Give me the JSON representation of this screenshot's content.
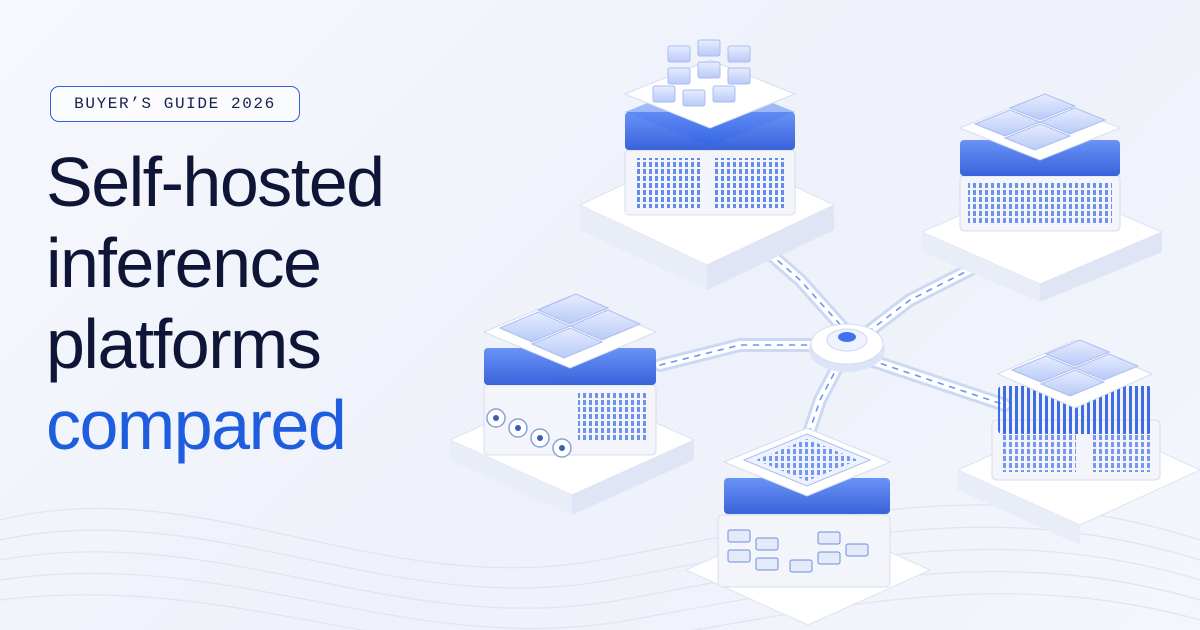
{
  "hero": {
    "badge": "BUYER’S GUIDE 2026",
    "headline": {
      "line1": "Self-hosted",
      "line2": "inference",
      "line3": "platforms",
      "accent": "compared"
    }
  },
  "colors": {
    "ink": "#0e1537",
    "accent": "#1f5ddf",
    "background": "#f2f4fb",
    "module_blue": "#3e77f0",
    "platform_white": "#ffffff"
  },
  "illustration": {
    "node_icons": [
      "grid-chip-icon",
      "server-module-icon",
      "fan-server-icon",
      "processor-chip-icon",
      "heatsink-server-icon",
      "hub-node-icon"
    ]
  }
}
